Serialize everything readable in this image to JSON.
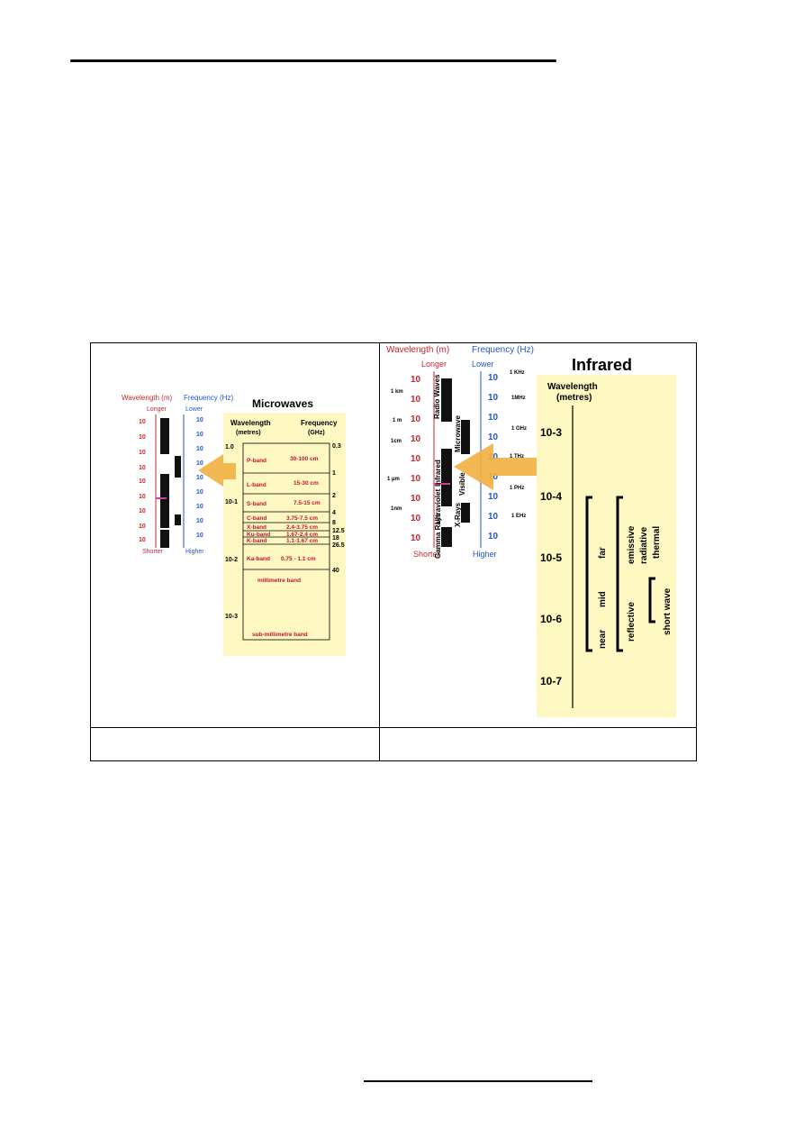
{
  "left_figure": {
    "wavelength_axis_label": "Wavelength (m)",
    "frequency_axis_label": "Frequency (Hz)",
    "longer": "Longer",
    "shorter": "Shorter",
    "lower": "Lower",
    "higher": "Higher",
    "title": "Microwaves",
    "col_wavelength": "Wavelength",
    "col_wavelength_unit": "(metres)",
    "col_frequency": "Frequency",
    "col_frequency_unit": "(GHz)",
    "bands": [
      {
        "name": "P-band",
        "range": "30-100 cm"
      },
      {
        "name": "L-band",
        "range": "15-30 cm"
      },
      {
        "name": "S-band",
        "range": "7.5-15 cm"
      },
      {
        "name": "C-band",
        "range": "3.75-7.5 cm"
      },
      {
        "name": "X-band",
        "range": "2.4-3.75 cm"
      },
      {
        "name": "Ku-band",
        "range": "1.67-2.4 cm"
      },
      {
        "name": "K-band",
        "range": "1.1-1.67 cm"
      },
      {
        "name": "Ka-band",
        "range": "0.75 - 1.1 cm"
      }
    ],
    "millimetre": "millimetre band",
    "submillimetre": "sub-millimetre band",
    "wavelength_ticks": [
      "1.0",
      "10-1",
      "10-2",
      "10-3"
    ],
    "frequency_ticks": [
      "0.3",
      "1",
      "2",
      "4",
      "8",
      "12.5",
      "18",
      "26.5",
      "40"
    ]
  },
  "right_figure": {
    "wavelength_axis_label": "Wavelength (m)",
    "frequency_axis_label": "Frequency (Hz)",
    "longer": "Longer",
    "shorter": "Shorter",
    "lower": "Lower",
    "higher": "Higher",
    "title": "Infrared",
    "panel_label_1": "Wavelength",
    "panel_label_2": "(metres)",
    "wl_left_marks": [
      "1 km",
      "1 m",
      "1cm",
      "1 µm",
      "1nm"
    ],
    "freq_right_marks": [
      "1 KHz",
      "1MHz",
      "1 GHz",
      "1 THz",
      "1 PHz",
      "1 EHz"
    ],
    "spectrum_labels": [
      "Radio Waves",
      "Microwave",
      "Infrared",
      "Visible",
      "Ultraviolet",
      "X-Rays",
      "Gamma Rays"
    ],
    "ranges": [
      "far",
      "mid",
      "near",
      "emissive",
      "radiative",
      "thermal",
      "reflective",
      "short wave"
    ],
    "ticks": [
      "10-3",
      "10-4",
      "10-5",
      "10-6",
      "10-7"
    ]
  },
  "colors": {
    "wavelength": "#c8262b",
    "frequency": "#2255cc",
    "panel": "#fdf8c2",
    "band_text": "#c8102e"
  }
}
